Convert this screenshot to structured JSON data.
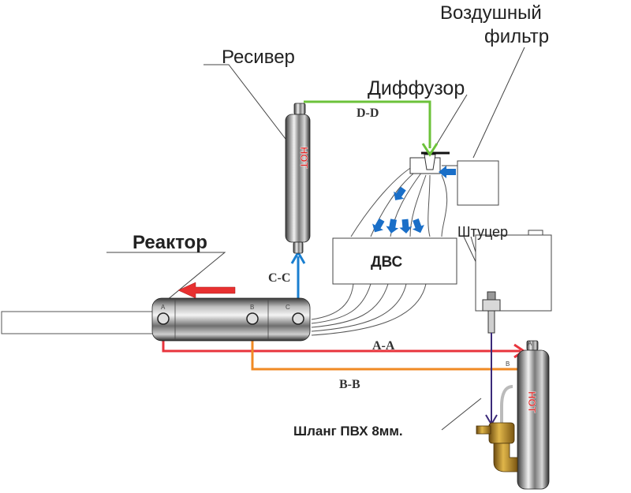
{
  "labels": {
    "air_filter_line1": "Воздушный",
    "air_filter_line2": "фильтр",
    "receiver": "Ресивер",
    "diffuser": "Диффузор",
    "reactor": "Реактор",
    "engine": "ДВС",
    "fitting": "Штуцер",
    "hose": "Шланг ПВХ 8мм.",
    "line_dd": "D-D",
    "line_cc": "C-C",
    "line_aa": "A-A",
    "line_bb": "B-B",
    "port_a": "A",
    "port_b": "B",
    "port_c": "C",
    "port_a2": "A",
    "port_b2": "B",
    "brand": "НОТ"
  },
  "colors": {
    "line_aa": "#e8343c",
    "line_bb": "#f08a24",
    "line_cc": "#1a7fd0",
    "line_dd": "#6cc23a",
    "hose": "#3b2a7a",
    "flow_arrow": "#e83030",
    "air_arrow": "#1a6fc8"
  }
}
